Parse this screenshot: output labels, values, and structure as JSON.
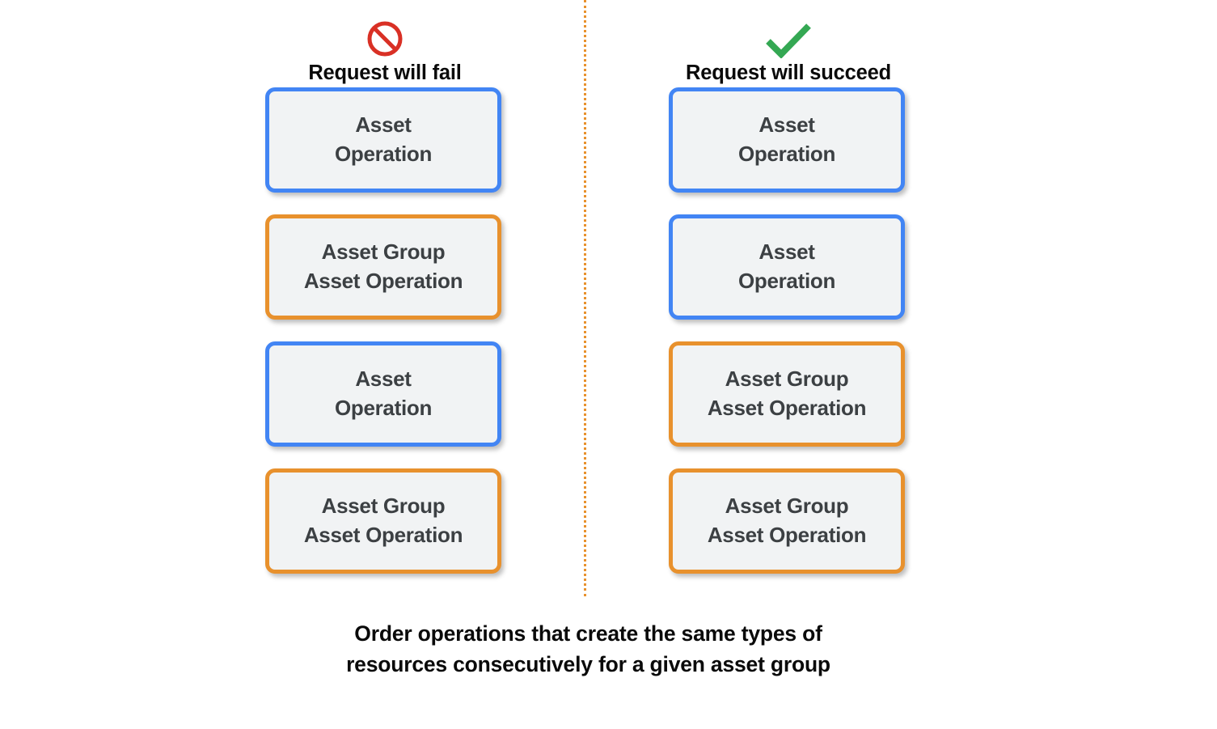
{
  "colors": {
    "blue": "#4285F4",
    "orange": "#E8912D",
    "red": "#D93025",
    "green": "#34A853",
    "card_background": "#F1F3F4",
    "card_text": "#3C4043",
    "page_background": "#FFFFFF",
    "heading_text": "#0A0A0A"
  },
  "columns": [
    {
      "id": "fail",
      "icon": "prohibition-icon",
      "icon_color": "#D93025",
      "header_label": "Request will fail",
      "cards": [
        {
          "border": "blue",
          "lines": [
            "Asset",
            "Operation"
          ]
        },
        {
          "border": "orange",
          "lines": [
            "Asset Group",
            "Asset Operation"
          ]
        },
        {
          "border": "blue",
          "lines": [
            "Asset",
            "Operation"
          ]
        },
        {
          "border": "orange",
          "lines": [
            "Asset Group",
            "Asset Operation"
          ]
        }
      ]
    },
    {
      "id": "succeed",
      "icon": "checkmark-icon",
      "icon_color": "#34A853",
      "header_label": "Request will succeed",
      "cards": [
        {
          "border": "blue",
          "lines": [
            "Asset",
            "Operation"
          ]
        },
        {
          "border": "blue",
          "lines": [
            "Asset",
            "Operation"
          ]
        },
        {
          "border": "orange",
          "lines": [
            "Asset Group",
            "Asset Operation"
          ]
        },
        {
          "border": "orange",
          "lines": [
            "Asset Group",
            "Asset Operation"
          ]
        }
      ]
    }
  ],
  "caption": {
    "line1": "Order operations that create the same types of",
    "line2": "resources consecutively for a given asset group"
  }
}
